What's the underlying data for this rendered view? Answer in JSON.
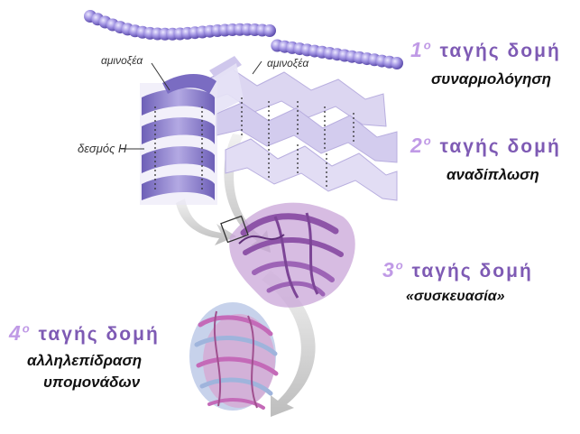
{
  "labels": {
    "amino_left": "αμινοξέα",
    "amino_right": "αμινοξέα",
    "bond": "δεσμός Η"
  },
  "levels": [
    {
      "number": "1",
      "sup": "ο",
      "title": "ταγής δομή",
      "subtitle": "συναρμολόγηση"
    },
    {
      "number": "2",
      "sup": "ο",
      "title": "ταγής δομή",
      "subtitle": "αναδίπλωση"
    },
    {
      "number": "3",
      "sup": "ο",
      "title": "ταγής δομή",
      "subtitle": "«συσκευασία»"
    },
    {
      "number": "4",
      "sup": "ο",
      "title": "ταγής δομή",
      "subtitle": "αλληλεπίδραση",
      "subtitle2": "υπομονάδων"
    }
  ],
  "colors": {
    "bead": "#8f7fd9",
    "helix": "#9a8fd2",
    "sheet": "#d7d1ee",
    "tertiary": "#8e54a8",
    "quaternary_pink": "#c46ab8",
    "quaternary_blue": "#9fb4dc",
    "arrow": "#cfcfcf",
    "heading": "#7e5ab4",
    "heading_number": "#c09ae6"
  }
}
